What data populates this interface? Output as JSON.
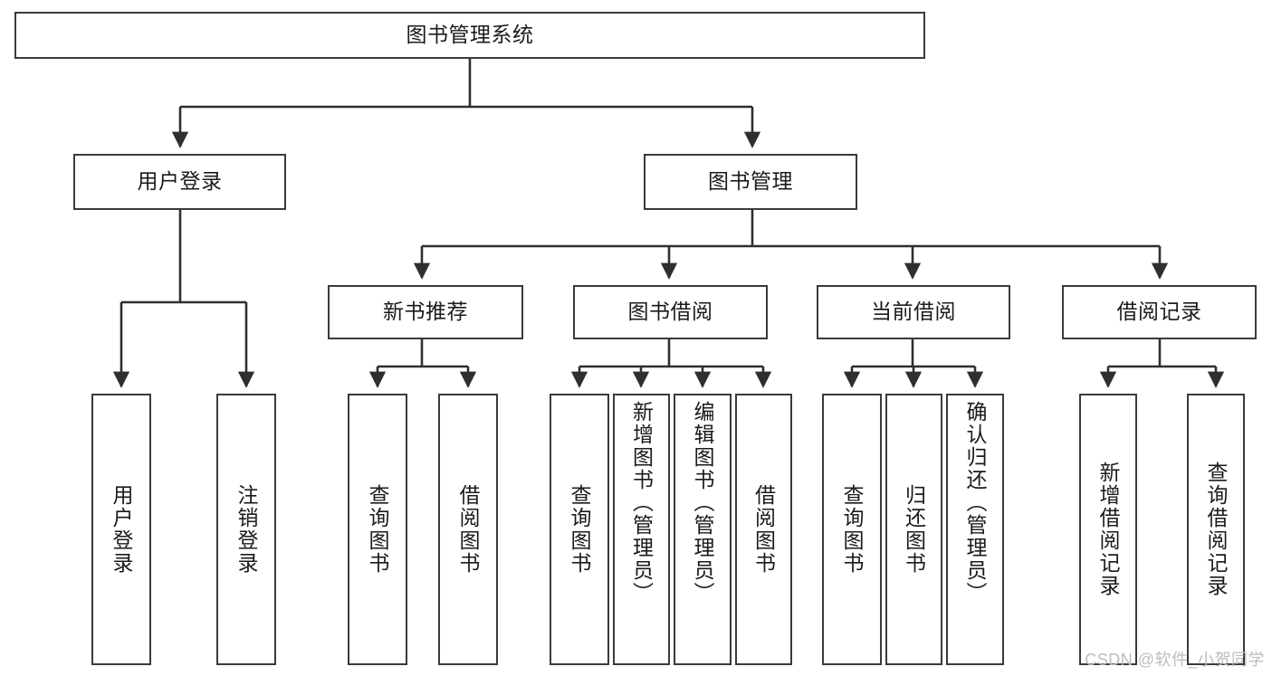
{
  "diagram": {
    "title": "图书管理系统",
    "type": "tree",
    "orientation": "top-down",
    "colors": {
      "box_border": "#3a3a3a",
      "box_fill": "#ffffff",
      "edge": "#2f2f2f",
      "text": "#1b1b1b",
      "watermark": "#bdbdbd",
      "page_background": "#ffffff"
    },
    "root": {
      "label": "图书管理系统"
    },
    "level1": [
      {
        "label": "用户登录"
      },
      {
        "label": "图书管理"
      }
    ],
    "level2": [
      {
        "label": "新书推荐"
      },
      {
        "label": "图书借阅"
      },
      {
        "label": "当前借阅"
      },
      {
        "label": "借阅记录"
      }
    ],
    "leaves": {
      "user_login": [
        {
          "label": "用户登录"
        },
        {
          "label": "注销登录"
        }
      ],
      "new_book_recommend": [
        {
          "label": "查询图书"
        },
        {
          "label": "借阅图书"
        }
      ],
      "book_borrow": [
        {
          "label": "查询图书"
        },
        {
          "label": "新增图书（管理员）"
        },
        {
          "label": "编辑图书（管理员）"
        },
        {
          "label": "借阅图书"
        }
      ],
      "current_borrow": [
        {
          "label": "查询图书"
        },
        {
          "label": "归还图书"
        },
        {
          "label": "确认归还（管理员）"
        }
      ],
      "borrow_record": [
        {
          "label": "新增借阅记录"
        },
        {
          "label": "查询借阅记录"
        }
      ]
    }
  },
  "watermark": {
    "text": "CSDN @软件_小贺同学"
  }
}
